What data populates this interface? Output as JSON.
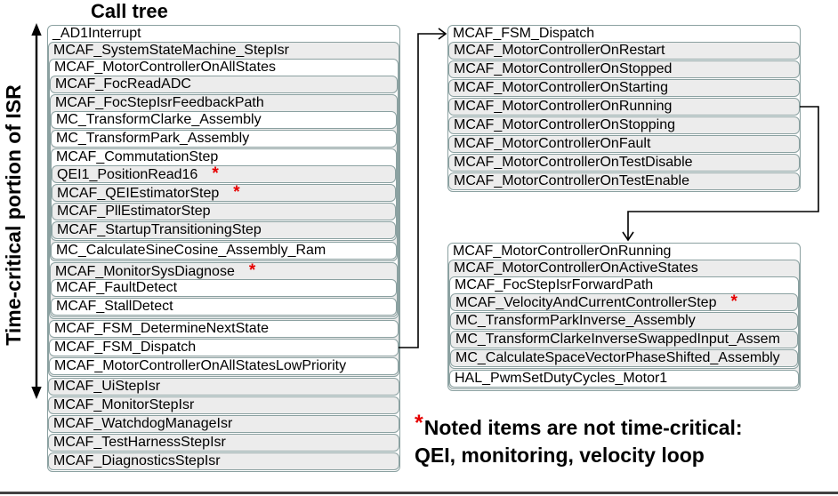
{
  "page": {
    "title": "Call tree",
    "side_label": "Time-critical portion of ISR"
  },
  "note": {
    "marker": "*",
    "line1": "Noted items are not time-critical:",
    "line2": "QEI, monitoring, velocity loop"
  },
  "colors": {
    "node_border": "#8ba1a1",
    "node_fill_light": "#ffffff",
    "node_fill_gray": "#ececec",
    "asterisk_red": "#e60000",
    "connector_black": "#000000"
  },
  "trees": {
    "call_tree": {
      "label": "_AD1Interrupt",
      "children": [
        {
          "label": "MCAF_SystemStateMachine_StepIsr",
          "children": [
            {
              "label": "MCAF_MotorControllerOnAllStates",
              "children": [
                {
                  "label": "MCAF_FocReadADC"
                },
                {
                  "label": "MCAF_FocStepIsrFeedbackPath",
                  "children": [
                    {
                      "label": "MC_TransformClarke_Assembly"
                    },
                    {
                      "label": "MC_TransformPark_Assembly"
                    },
                    {
                      "label": "MCAF_CommutationStep",
                      "children": [
                        {
                          "label": "QEI1_PositionRead16",
                          "starred": true
                        },
                        {
                          "label": "MCAF_QEIEstimatorStep",
                          "starred": true
                        },
                        {
                          "label": "MCAF_PllEstimatorStep"
                        },
                        {
                          "label": "MCAF_StartupTransitioningStep"
                        }
                      ]
                    },
                    {
                      "label": "MC_CalculateSineCosine_Assembly_Ram"
                    }
                  ]
                },
                {
                  "label": "MCAF_MonitorSysDiagnose",
                  "starred": true,
                  "children": [
                    {
                      "label": "MCAF_FaultDetect"
                    },
                    {
                      "label": "MCAF_StallDetect"
                    }
                  ]
                }
              ]
            },
            {
              "label": "MCAF_FSM_DetermineNextState"
            },
            {
              "label": "MCAF_FSM_Dispatch"
            },
            {
              "label": "MCAF_MotorControllerOnAllStatesLowPriority"
            }
          ]
        },
        {
          "label": "MCAF_UiStepIsr"
        },
        {
          "label": "MCAF_MonitorStepIsr"
        },
        {
          "label": "MCAF_WatchdogManageIsr"
        },
        {
          "label": "MCAF_TestHarnessStepIsr"
        },
        {
          "label": "MCAF_DiagnosticsStepIsr"
        }
      ]
    },
    "fsm_dispatch": {
      "label": "MCAF_FSM_Dispatch",
      "children": [
        {
          "label": "MCAF_MotorControllerOnRestart"
        },
        {
          "label": "MCAF_MotorControllerOnStopped"
        },
        {
          "label": "MCAF_MotorControllerOnStarting"
        },
        {
          "label": "MCAF_MotorControllerOnRunning"
        },
        {
          "label": "MCAF_MotorControllerOnStopping"
        },
        {
          "label": "MCAF_MotorControllerOnFault"
        },
        {
          "label": "MCAF_MotorControllerOnTestDisable"
        },
        {
          "label": "MCAF_MotorControllerOnTestEnable"
        }
      ]
    },
    "on_running": {
      "label": "MCAF_MotorControllerOnRunning",
      "children": [
        {
          "label": "MCAF_MotorControllerOnActiveStates",
          "children": [
            {
              "label": "MCAF_FocStepIsrForwardPath",
              "children": [
                {
                  "label": "MCAF_VelocityAndCurrentControllerStep",
                  "starred": true
                },
                {
                  "label": "MC_TransformParkInverse_Assembly"
                },
                {
                  "label": "MC_TransformClarkeInverseSwappedInput_Assem"
                },
                {
                  "label": "MC_CalculateSpaceVectorPhaseShifted_Assembly"
                }
              ]
            },
            {
              "label": "HAL_PwmSetDutyCycles_Motor1"
            }
          ]
        }
      ]
    }
  }
}
